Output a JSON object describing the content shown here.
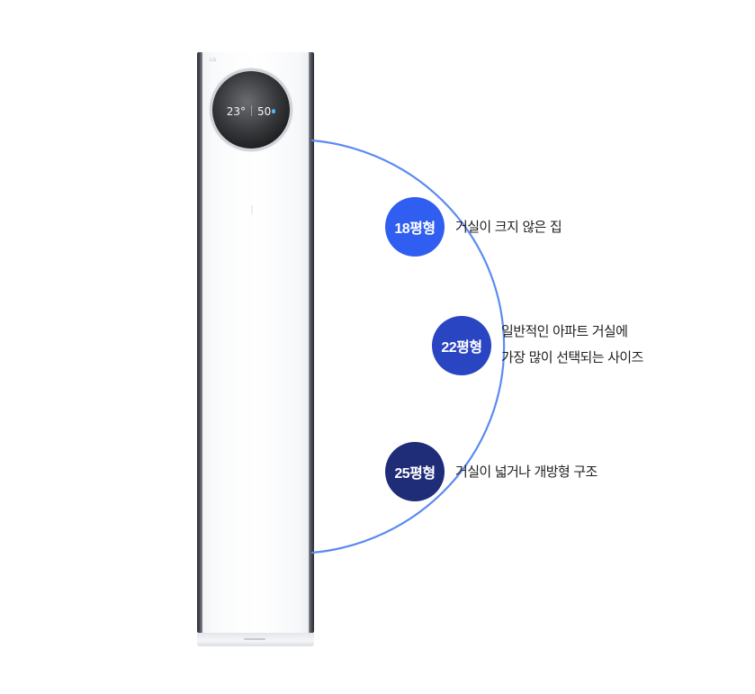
{
  "product": {
    "brand_text": "LG",
    "display": {
      "top_text": "",
      "temperature": "23°",
      "humidity": "50",
      "bottom_text": ""
    }
  },
  "sizes": [
    {
      "label": "18평형",
      "color": "#2f5ef0",
      "description_lines": [
        "거실이 크지 않은 집"
      ]
    },
    {
      "label": "22평형",
      "color": "#2a45c2",
      "description_lines": [
        "일반적인 아파트 거실에",
        "가장 많이 선택되는 사이즈"
      ]
    },
    {
      "label": "25평형",
      "color": "#1f2d78",
      "description_lines": [
        "거실이 넓거나 개방형 구조"
      ]
    }
  ],
  "colors": {
    "arc": "#5b8bf0",
    "text": "#1f1f1f",
    "droplet": "#54b9ff"
  }
}
